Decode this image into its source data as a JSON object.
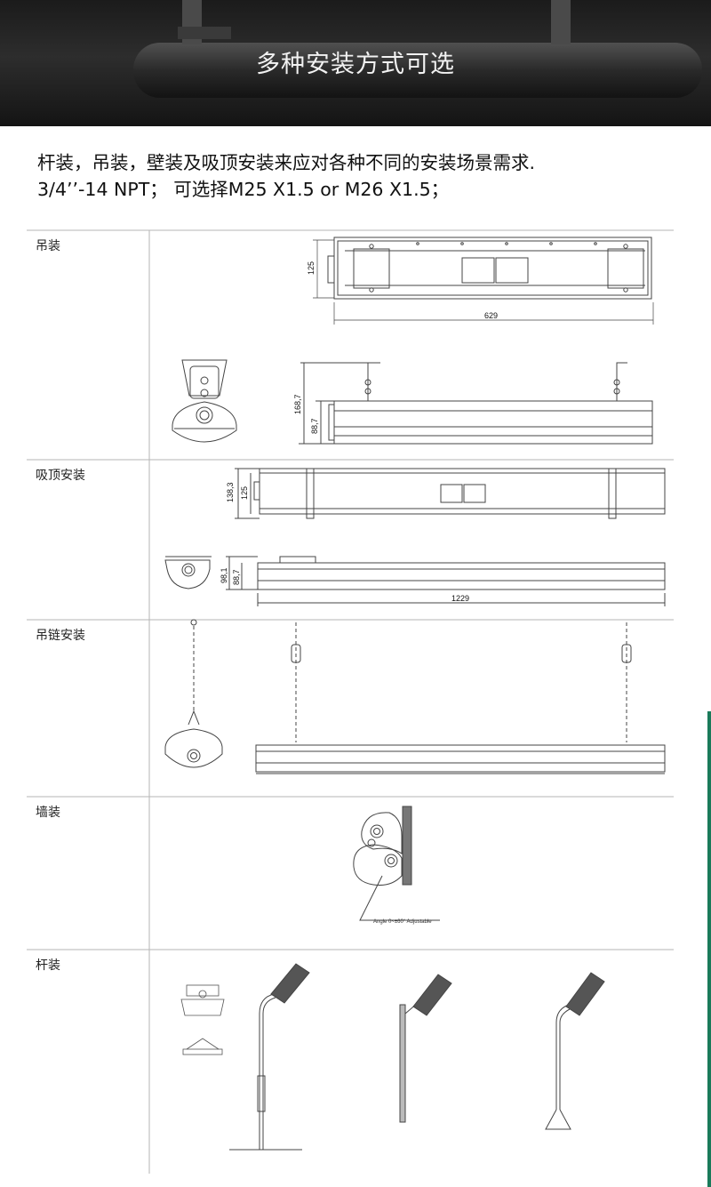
{
  "banner": {
    "title": "多种安装方式可选"
  },
  "intro": {
    "line1": "杆装，吊装，壁装及吸顶安装来应对各种不同的安装场景需求.",
    "line2": "3/4’’-14 NPT； 可选择M25 X1.5 or M26 X1.5；"
  },
  "rows": [
    {
      "label": "吊装"
    },
    {
      "label": "吸顶安装"
    },
    {
      "label": "吊链安装"
    },
    {
      "label": "墙装"
    },
    {
      "label": "杆装"
    }
  ],
  "dims": {
    "suspend_height": "125",
    "suspend_width": "629",
    "suspend_total_height": "168,7",
    "suspend_body_height": "88,7",
    "ceiling_total_height": "138,3",
    "ceiling_height": "125",
    "ceiling_side_total": "98,1",
    "ceiling_side_body": "88,7",
    "ceiling_length": "1229",
    "wall_angle": "Angle 0~±60° Adjustable"
  },
  "colors": {
    "banner_bg": "#222222",
    "line": "#444444",
    "accent_right": "#1a7a5a"
  }
}
